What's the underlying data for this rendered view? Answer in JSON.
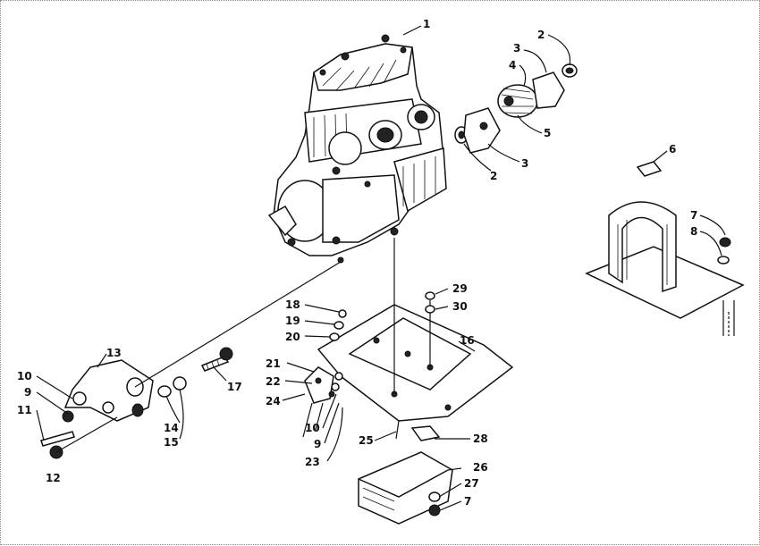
{
  "callouts": [
    {
      "id": "c1",
      "text": "1"
    },
    {
      "id": "c2a",
      "text": "2"
    },
    {
      "id": "c3a",
      "text": "3"
    },
    {
      "id": "c4",
      "text": "4"
    },
    {
      "id": "c5",
      "text": "5"
    },
    {
      "id": "c2b",
      "text": "2"
    },
    {
      "id": "c3b",
      "text": "3"
    },
    {
      "id": "c6",
      "text": "6"
    },
    {
      "id": "c7a",
      "text": "7"
    },
    {
      "id": "c8a",
      "text": "8"
    },
    {
      "id": "c29",
      "text": "29"
    },
    {
      "id": "c30",
      "text": "30"
    },
    {
      "id": "c18",
      "text": "18"
    },
    {
      "id": "c19",
      "text": "19"
    },
    {
      "id": "c20",
      "text": "20"
    },
    {
      "id": "c16",
      "text": "16"
    },
    {
      "id": "c13",
      "text": "13"
    },
    {
      "id": "c17",
      "text": "17"
    },
    {
      "id": "c21",
      "text": "21"
    },
    {
      "id": "c22",
      "text": "22"
    },
    {
      "id": "c24",
      "text": "24"
    },
    {
      "id": "c10a",
      "text": "10"
    },
    {
      "id": "c9a",
      "text": "9"
    },
    {
      "id": "c11",
      "text": "11"
    },
    {
      "id": "c14",
      "text": "14"
    },
    {
      "id": "c15",
      "text": "15"
    },
    {
      "id": "c10b",
      "text": "10"
    },
    {
      "id": "c9b",
      "text": "9"
    },
    {
      "id": "c23",
      "text": "23"
    },
    {
      "id": "c25",
      "text": "25"
    },
    {
      "id": "c28",
      "text": "28"
    },
    {
      "id": "c12",
      "text": "12"
    },
    {
      "id": "c26",
      "text": "26"
    },
    {
      "id": "c27",
      "text": "27"
    },
    {
      "id": "c7b",
      "text": "7"
    }
  ]
}
